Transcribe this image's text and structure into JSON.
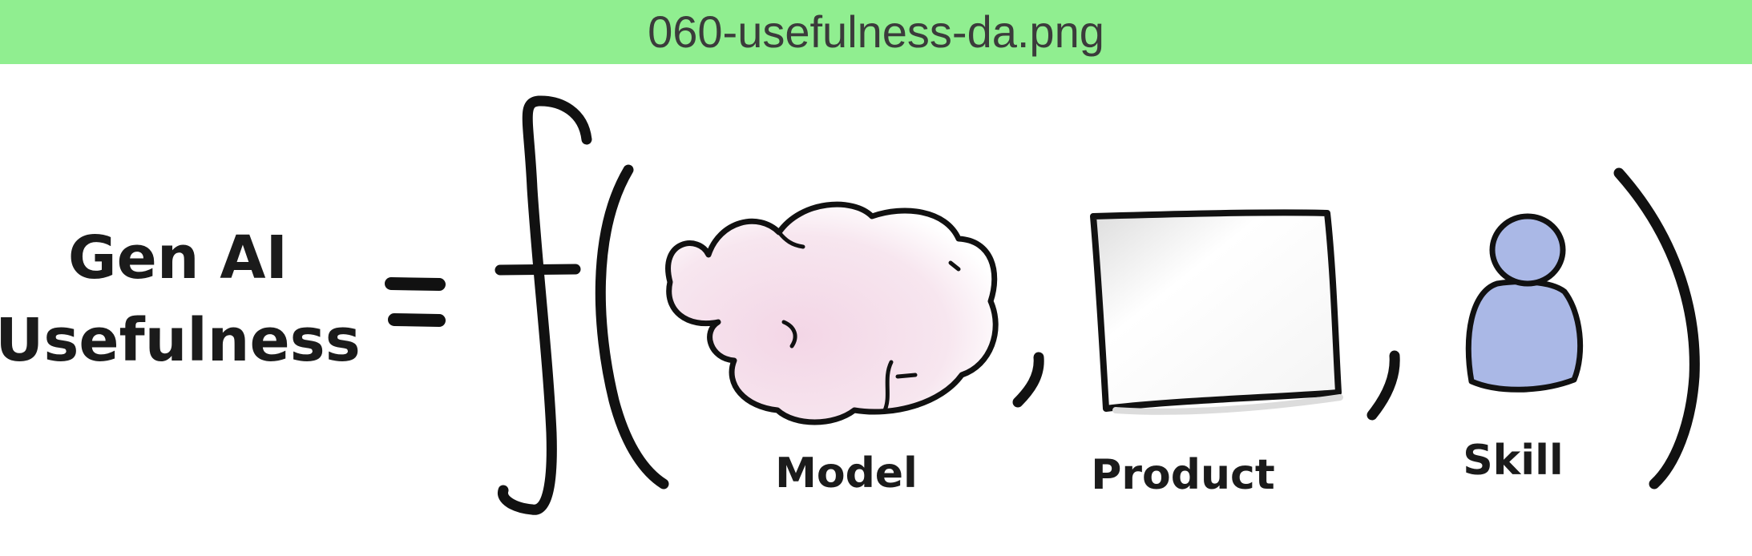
{
  "header": {
    "filename": "060-usefulness-da.png",
    "background_color": "#90ee90"
  },
  "equation": {
    "lhs_line1": "Gen AI",
    "lhs_line2": "Usefulness",
    "operator_equals": "=",
    "function_symbol": "f",
    "comma_icon": "comma-icon",
    "terms": [
      {
        "label": "Model",
        "icon": "brain-icon",
        "fill_color": "#f3d6e6"
      },
      {
        "label": "Product",
        "icon": "product-box-icon",
        "fill_color": "#f2f2f2"
      },
      {
        "label": "Skill",
        "icon": "person-icon",
        "fill_color": "#aab8e6"
      }
    ],
    "stroke_color": "#111111"
  }
}
